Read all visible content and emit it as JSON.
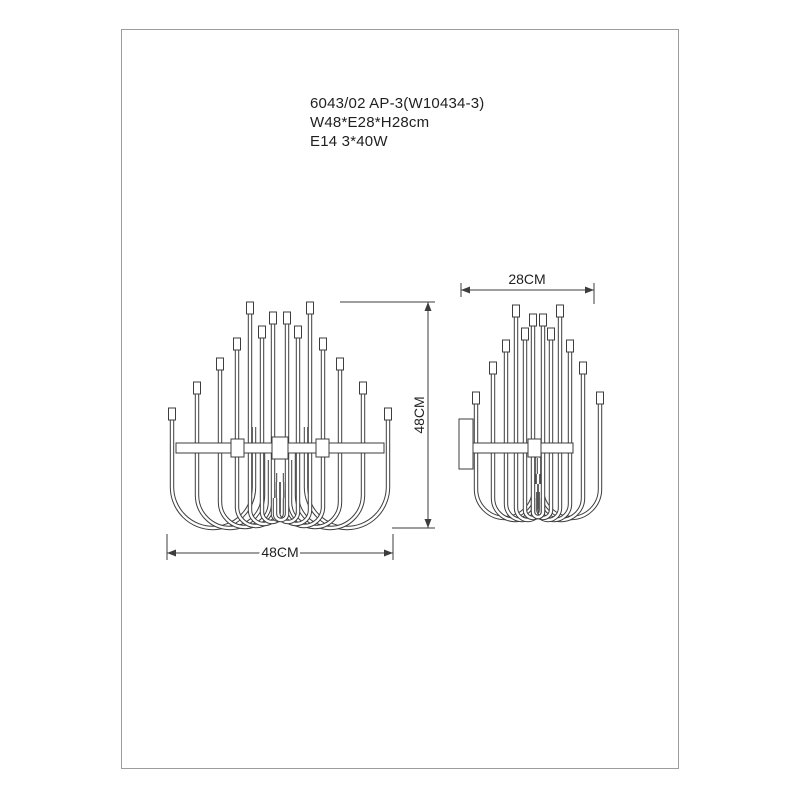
{
  "document": {
    "product": {
      "model_line": "6043/02 AP-3(W10434-3)",
      "size_line": "W48*E28*H28cm",
      "lamp_line": "E14 3*40W"
    },
    "dimension_labels": {
      "front_width": "48CM",
      "front_height": "48CM",
      "side_width": "28CM"
    }
  }
}
